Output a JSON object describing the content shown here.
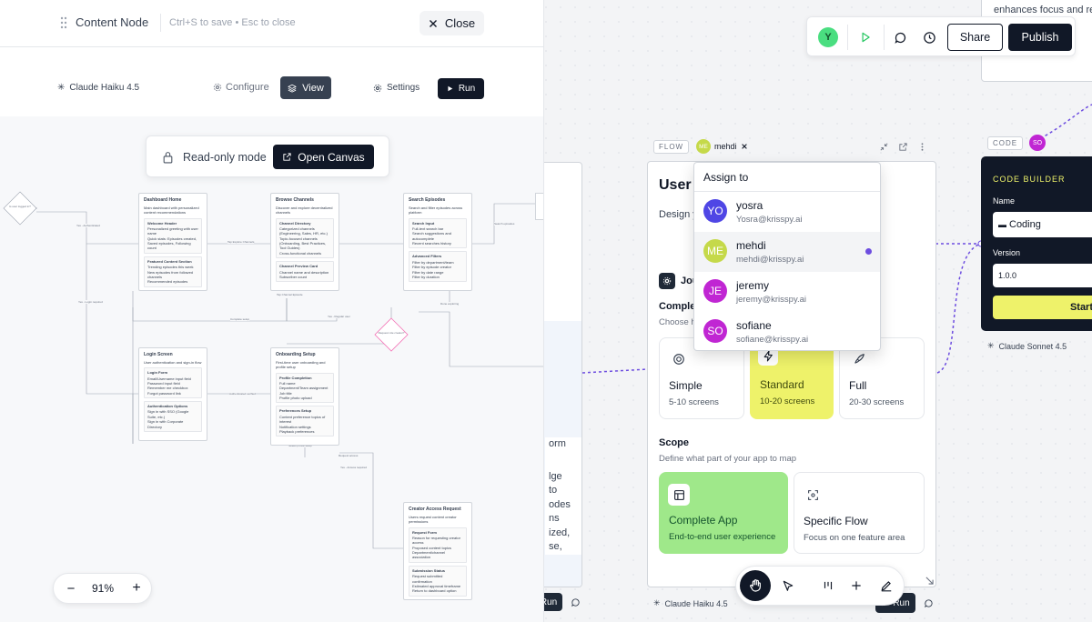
{
  "panel": {
    "title": "Content Node",
    "hint": "Ctrl+S to save • Esc to close",
    "close_label": "Close",
    "model_label": "Claude Haiku 4.5",
    "tabs": [
      {
        "label": "Configure",
        "active": false
      },
      {
        "label": "View",
        "active": true
      }
    ],
    "settings_label": "Settings",
    "run_label": "Run",
    "readonly_label": "Read-only mode",
    "open_canvas_label": "Open Canvas",
    "zoom_value": "91%",
    "zoom_out_symbol": "−",
    "zoom_in_symbol": "+"
  },
  "flow_screens": [
    {
      "id": "dash",
      "title": "Dashboard Home",
      "desc": "Main dashboard with personalized content recommendations",
      "sections": [
        {
          "title": "Welcome Header",
          "items": [
            "Personalized greeting with user name",
            "Quick stats: Episodes created, Saved episodes, Following count"
          ]
        },
        {
          "title": "Featured Content Section",
          "items": [
            "Trending episodes this week",
            "New episodes from followed channels",
            "Recommended episodes"
          ]
        }
      ]
    },
    {
      "id": "browse",
      "title": "Browse Channels",
      "desc": "Discover and explore decentralized channels",
      "sections": [
        {
          "title": "Channel Directory",
          "items": [
            "Categorized channels (Engineering, Sales, HR, etc.)",
            "Topic-focused channels (Onboarding, Best Practices, Tool Guides)",
            "Cross-functional channels"
          ]
        },
        {
          "title": "Channel Preview Card",
          "items": [
            "Channel name and description",
            "Subscriber count"
          ]
        }
      ]
    },
    {
      "id": "search",
      "title": "Search Episodes",
      "desc": "Search and filter episodes across platform",
      "sections": [
        {
          "title": "Search Input",
          "items": [
            "Full-text search bar",
            "Search suggestions and autocomplete",
            "Recent searches history"
          ]
        },
        {
          "title": "Advanced Filters",
          "items": [
            "Filter by department/team",
            "Filter by episode creator",
            "Filter by date range",
            "Filter by duration"
          ]
        }
      ]
    },
    {
      "id": "login",
      "title": "Login Screen",
      "desc": "User authentication and sign-in flow",
      "sections": [
        {
          "title": "Login Form",
          "items": [
            "Email/Username input field",
            "Password input field",
            "Remember me checkbox",
            "Forgot password link"
          ]
        },
        {
          "title": "Authentication Options",
          "items": [
            "Sign in with SSO (Google Suite, etc.)",
            "Sign in with Corporate Directory"
          ]
        }
      ]
    },
    {
      "id": "onboard",
      "title": "Onboarding Setup",
      "desc": "First-time user onboarding and profile setup",
      "sections": [
        {
          "title": "Profile Completion",
          "items": [
            "Full name",
            "Department/Team assignment",
            "Job title",
            "Profile photo upload"
          ]
        },
        {
          "title": "Preferences Setup",
          "items": [
            "Content preference topics of interest",
            "Notification settings",
            "Playback preferences"
          ]
        }
      ]
    },
    {
      "id": "creator",
      "title": "Creator Access Request",
      "desc": "Users request content creator permissions",
      "sections": [
        {
          "title": "Request Form",
          "items": [
            "Reason for requesting creator access",
            "Proposed content topics",
            "Department/channel association"
          ]
        },
        {
          "title": "Submission Status",
          "items": [
            "Request submitted confirmation",
            "Estimated approval timeframe",
            "Return to dashboard option"
          ]
        }
      ]
    }
  ],
  "flow_edges": [
    "Yes - Authenticated",
    "Tap Explore Channels",
    "Search episodes",
    "Complete setup",
    "Yes - Regular user",
    "Yes - Login required",
    "Authenticated verified",
    "Request access",
    "Tap Channel Episode",
    "Done exploring",
    "Needs profile setup",
    "Yes - Access required"
  ],
  "flow_decisions": [
    "Is user logged in?",
    "Request role creator?"
  ],
  "toolbar": {
    "user_initial": "Y",
    "share_label": "Share",
    "publish_label": "Publish"
  },
  "top_note": "enhances focus and re",
  "flow_card": {
    "tag": "FLOW",
    "assignee_initials": "ME",
    "assignee_name": "mehdi",
    "title": "User f",
    "description": "Design y",
    "journey_label": "Jou",
    "complexity_label": "Comple",
    "complexity_hint": "Choose h",
    "complexity_options": [
      {
        "name": "Simple",
        "desc": "5-10 screens",
        "selected": false,
        "icon": "target-icon"
      },
      {
        "name": "Standard",
        "desc": "10-20 screens",
        "selected": true,
        "icon": "bolt-icon"
      },
      {
        "name": "Full",
        "desc": "20-30 screens",
        "selected": false,
        "icon": "rocket-icon"
      }
    ],
    "scope_label": "Scope",
    "scope_hint": "Define what part of your app to map",
    "scope_options": [
      {
        "name": "Complete App",
        "desc": "End-to-end user experience",
        "selected": true
      },
      {
        "name": "Specific Flow",
        "desc": "Focus on one feature area",
        "selected": false
      }
    ],
    "model_label": "Claude Haiku 4.5",
    "run_label": "Run"
  },
  "assign_menu": {
    "title": "Assign to",
    "users": [
      {
        "initials": "YO",
        "name": "yosra",
        "email": "Yosra@krisspy.ai",
        "color": "#4f46e5",
        "selected": false
      },
      {
        "initials": "ME",
        "name": "mehdi",
        "email": "mehdi@krisspy.ai",
        "color": "#c5d94a",
        "selected": true
      },
      {
        "initials": "JE",
        "name": "jeremy",
        "email": "jeremy@krisspy.ai",
        "color": "#c026d3",
        "selected": false
      },
      {
        "initials": "SO",
        "name": "sofiane",
        "email": "sofiane@krisspy.ai",
        "color": "#c026d3",
        "selected": false
      }
    ]
  },
  "middle_card": {
    "fragments": [
      "orm",
      "lge",
      "to",
      "odes",
      "ns",
      "ized,",
      "se,"
    ],
    "run_label": "Run"
  },
  "code_card": {
    "tag": "CODE",
    "assignee_initials": "SO",
    "title": "CODE BUILDER",
    "name_label": "Name",
    "name_value": "Coding",
    "version_label": "Version",
    "version_value": "1.0.0",
    "start_label": "Start",
    "model_label": "Claude Sonnet 4.5"
  },
  "colors": {
    "accent_yellow": "#eef26a",
    "accent_green": "#9fe88a",
    "dark": "#111827",
    "purple": "#6d4de0"
  }
}
